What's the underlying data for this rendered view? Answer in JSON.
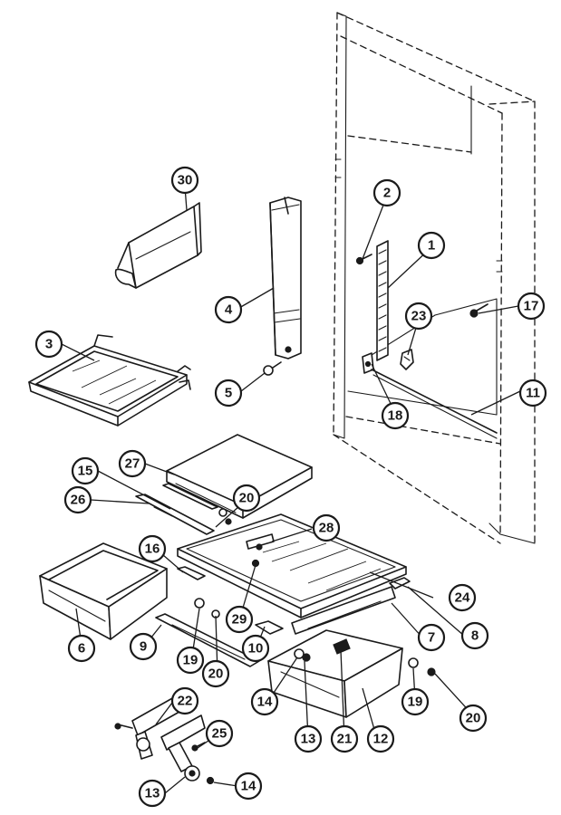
{
  "diagram": {
    "callouts": [
      {
        "id": "c30",
        "label": "30"
      },
      {
        "id": "c2",
        "label": "2"
      },
      {
        "id": "c1",
        "label": "1"
      },
      {
        "id": "c4",
        "label": "4"
      },
      {
        "id": "c23",
        "label": "23"
      },
      {
        "id": "c17",
        "label": "17"
      },
      {
        "id": "c3",
        "label": "3"
      },
      {
        "id": "c5",
        "label": "5"
      },
      {
        "id": "c18",
        "label": "18"
      },
      {
        "id": "c11",
        "label": "11"
      },
      {
        "id": "c27",
        "label": "27"
      },
      {
        "id": "c15",
        "label": "15"
      },
      {
        "id": "c20a",
        "label": "20"
      },
      {
        "id": "c26",
        "label": "26"
      },
      {
        "id": "c28",
        "label": "28"
      },
      {
        "id": "c16",
        "label": "16"
      },
      {
        "id": "c24",
        "label": "24"
      },
      {
        "id": "c8",
        "label": "8"
      },
      {
        "id": "c6",
        "label": "6"
      },
      {
        "id": "c9",
        "label": "9"
      },
      {
        "id": "c29",
        "label": "29"
      },
      {
        "id": "c7",
        "label": "7"
      },
      {
        "id": "c19a",
        "label": "19"
      },
      {
        "id": "c20b",
        "label": "20"
      },
      {
        "id": "c10",
        "label": "10"
      },
      {
        "id": "c14a",
        "label": "14"
      },
      {
        "id": "c13a",
        "label": "13"
      },
      {
        "id": "c21",
        "label": "21"
      },
      {
        "id": "c12",
        "label": "12"
      },
      {
        "id": "c19b",
        "label": "19"
      },
      {
        "id": "c20c",
        "label": "20"
      },
      {
        "id": "c22",
        "label": "22"
      },
      {
        "id": "c25",
        "label": "25"
      },
      {
        "id": "c13b",
        "label": "13"
      },
      {
        "id": "c14b",
        "label": "14"
      }
    ]
  }
}
